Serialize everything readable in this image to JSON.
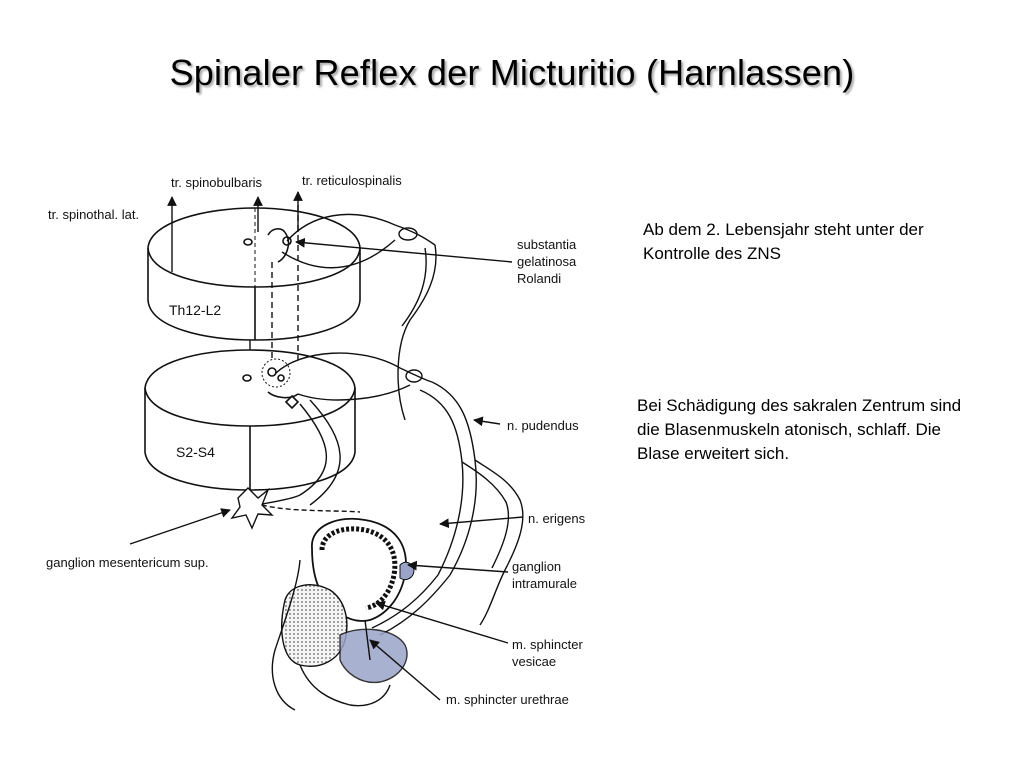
{
  "title": "Spinaler Reflex der Micturitio (Harnlassen)",
  "notes": {
    "note1": "Ab  dem 2. Lebensjahr steht unter der Kontrolle des ZNS",
    "note2": "Bei Schädigung des sakralen Zentrum sind die Blasenmuskeln atonisch, schlaff. Die Blase erweitert sich."
  },
  "diagram": {
    "labels": {
      "tr_spinobulbaris": "tr. spinobulbaris",
      "tr_reticulospinalis": "tr. reticulospinalis",
      "tr_spinothal_lat": "tr. spinothal. lat.",
      "substantia": "substantia",
      "gelatinosa": "gelatinosa",
      "rolandi": "Rolandi",
      "segment_upper": "Th12-L2",
      "segment_lower": "S2-S4",
      "n_pudendus": "n. pudendus",
      "n_erigens": "n. erigens",
      "ganglion_mesentericum": "ganglion mesentericum sup.",
      "ganglion": "ganglion",
      "intramurale": "intramurale",
      "m_sphincter": "m. sphincter",
      "vesicae": "vesicae",
      "m_sphincter_urethrae": "m. sphincter urethrae"
    }
  }
}
